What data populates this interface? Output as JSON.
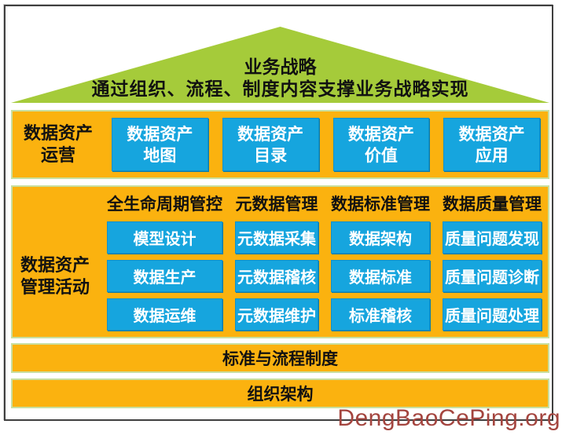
{
  "colors": {
    "pyramid_green": "#a5cb3a",
    "band_border_green": "#c9dfa0",
    "band_orange": "#fbb20f",
    "box_blue": "#16a5de",
    "box_text": "#ffffff",
    "text": "#111111",
    "watermark_red": "#a4453f",
    "frame_gray": "#3f3f3f"
  },
  "pyramid": {
    "title": "业务战略",
    "subtitle": "通过组织、流程、制度内容支撑业务战略实现"
  },
  "operations": {
    "label_line1": "数据资产",
    "label_line2": "运营",
    "boxes": [
      {
        "line1": "数据资产",
        "line2": "地图"
      },
      {
        "line1": "数据资产",
        "line2": "目录"
      },
      {
        "line1": "数据资产",
        "line2": "价值"
      },
      {
        "line1": "数据资产",
        "line2": "应用"
      }
    ]
  },
  "activities": {
    "label_line1": "数据资产",
    "label_line2": "管理活动",
    "column_headers": [
      "全生命周期管控",
      "元数据管理",
      "数据标准管理",
      "数据质量管理"
    ],
    "rows": [
      [
        "模型设计",
        "元数据采集",
        "数据架构",
        "质量问题发现"
      ],
      [
        "数据生产",
        "元数据稽核",
        "数据标准",
        "质量问题诊断"
      ],
      [
        "数据运维",
        "元数据维护",
        "标准稽核",
        "质量问题处理"
      ]
    ]
  },
  "standards_band": {
    "label": "标准与流程制度"
  },
  "organization_band": {
    "label": "组织架构"
  },
  "watermark": {
    "text": "DengBaoCePing.org"
  }
}
